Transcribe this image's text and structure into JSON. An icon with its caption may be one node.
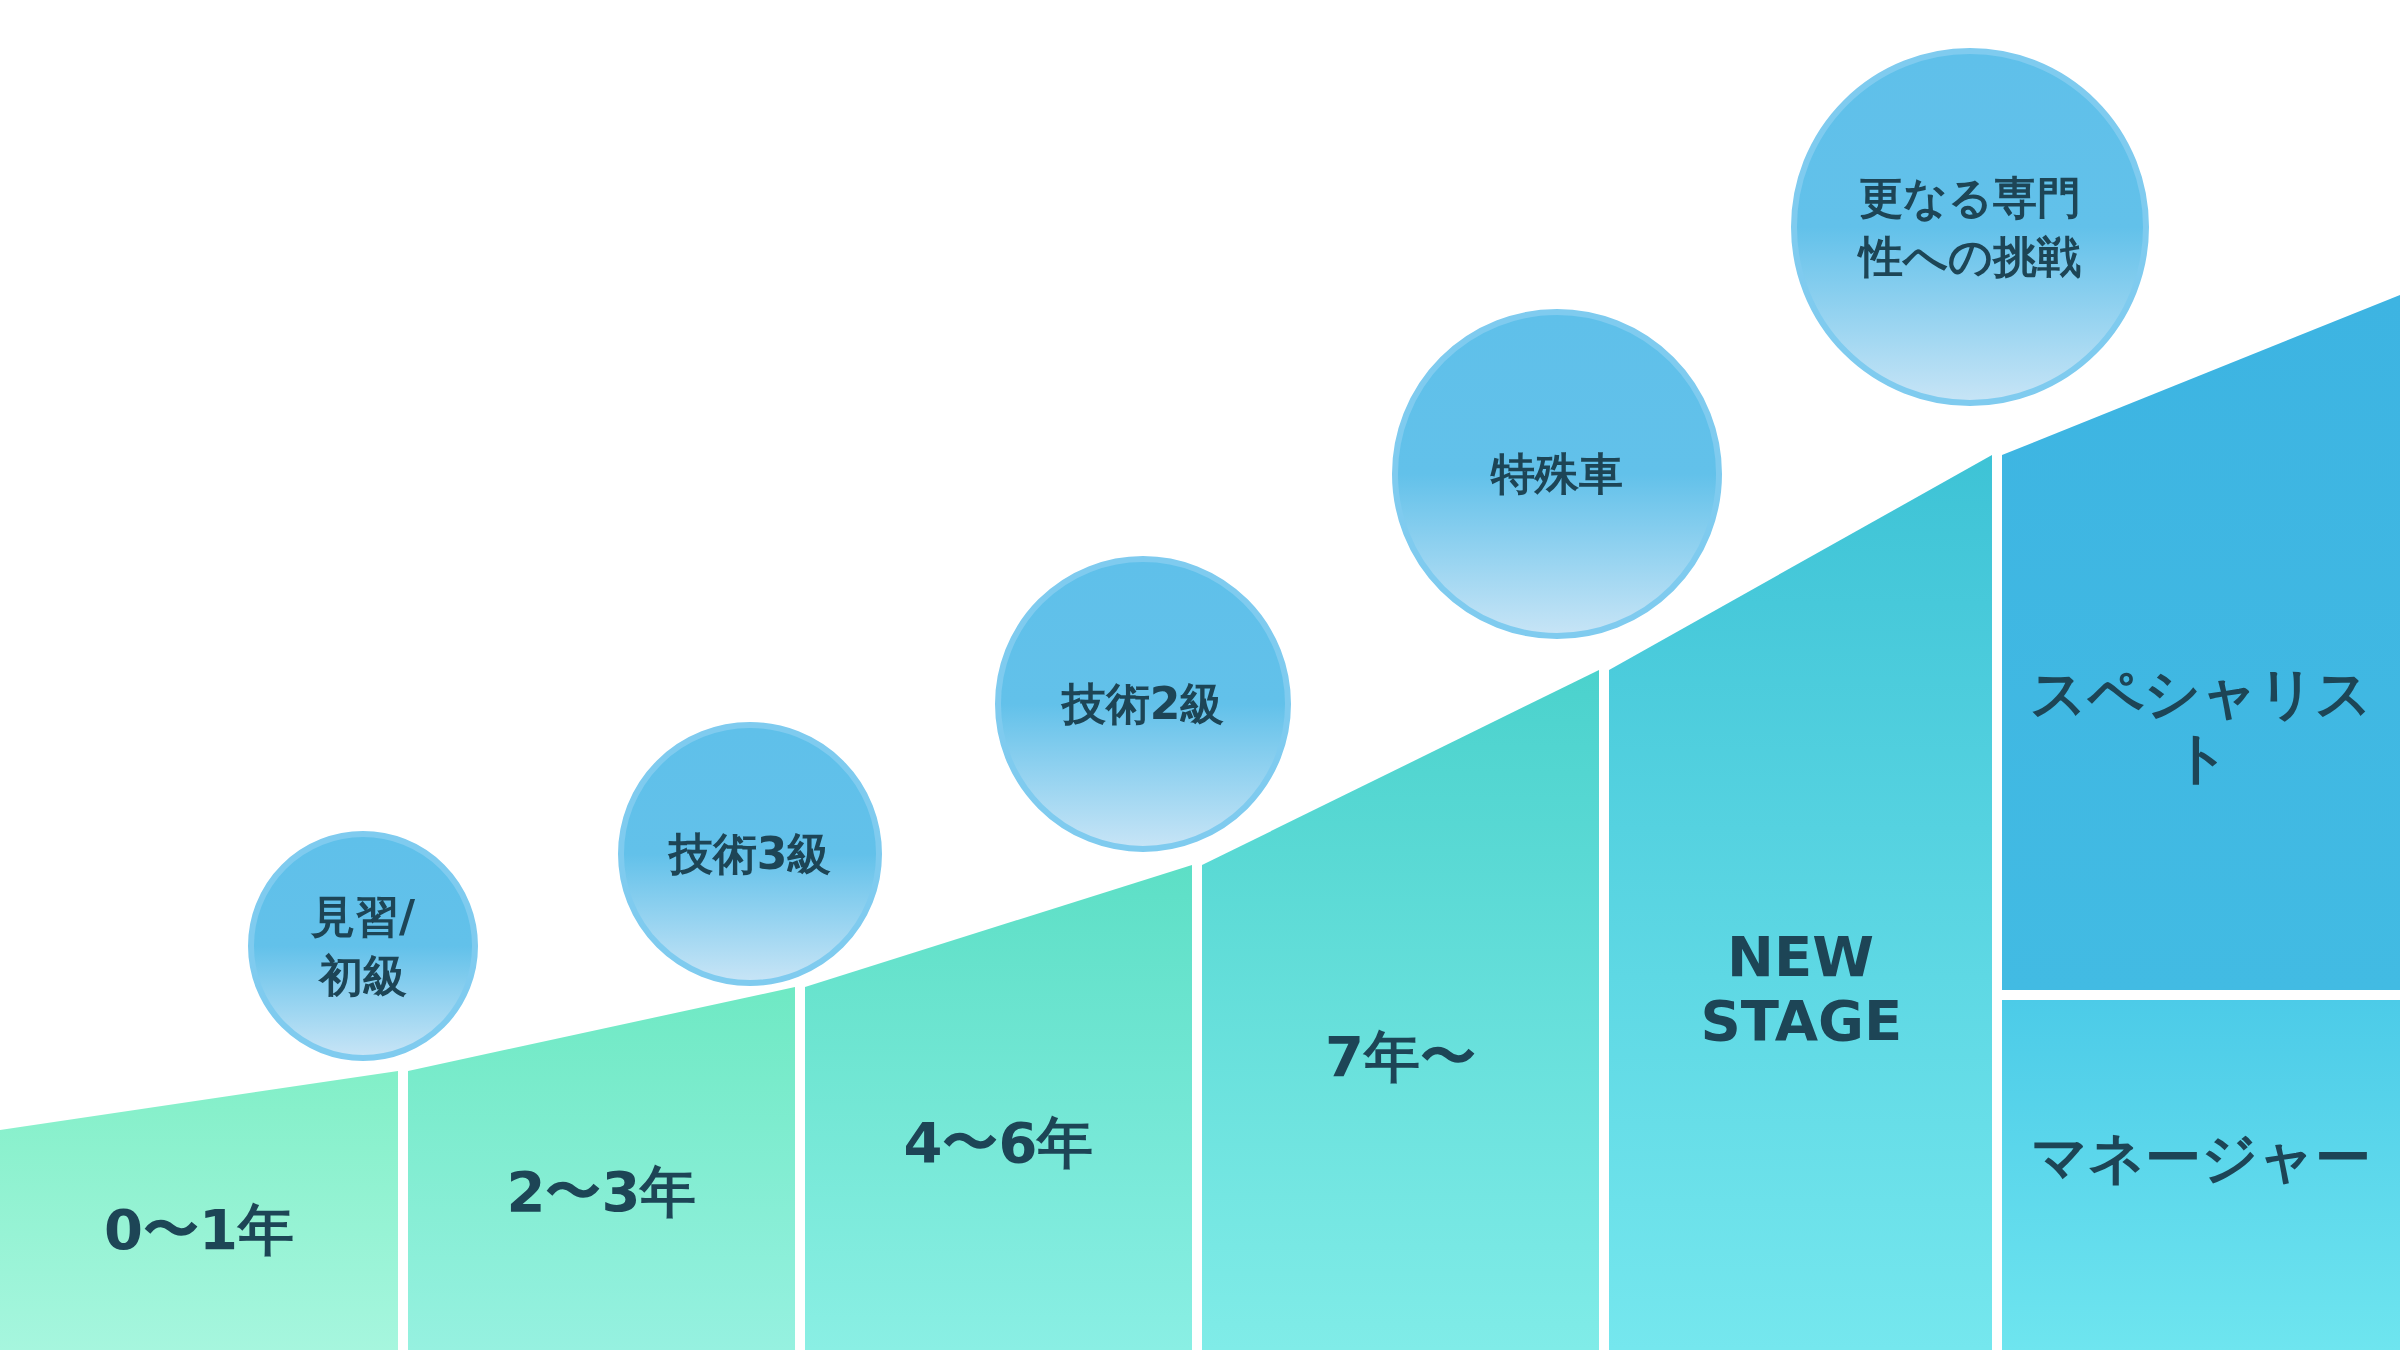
{
  "diagram": {
    "nodes": [
      {
        "text": [
          "見習/初級"
        ]
      },
      {
        "text": [
          "技術3級"
        ]
      },
      {
        "text": [
          "技術2級"
        ]
      },
      {
        "text": [
          "特殊車"
        ]
      },
      {
        "text": [
          "更なる専門性への挑戦"
        ]
      },
      {
        "text": [
          "0〜1年"
        ]
      },
      {
        "text": [
          "2〜3年"
        ]
      },
      {
        "text": [
          "4〜6年"
        ]
      },
      {
        "text": [
          "7年〜"
        ]
      },
      {
        "text": [
          "NEW STAGE"
        ]
      },
      {
        "text": [
          "スペシャリスト"
        ]
      },
      {
        "text": [
          "マネージャー"
        ]
      }
    ]
  }
}
